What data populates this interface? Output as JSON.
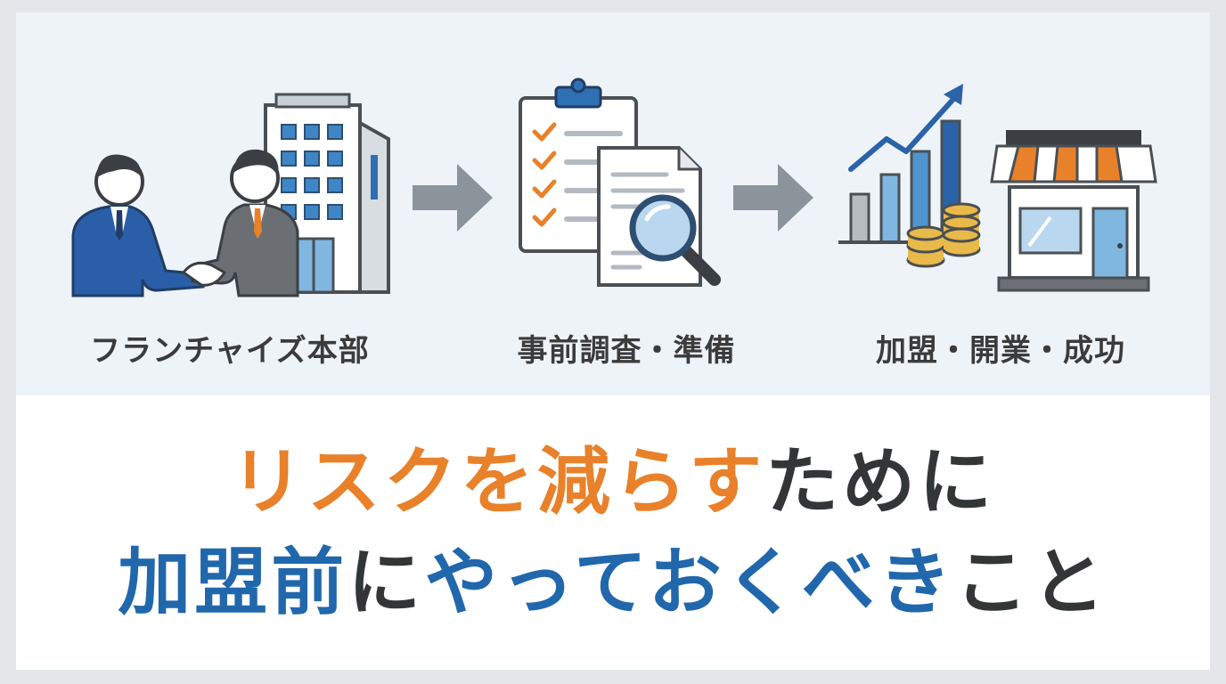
{
  "steps": [
    {
      "label": "フランチャイズ本部",
      "icon": "handshake-building-icon"
    },
    {
      "label": "事前調査・準備",
      "icon": "clipboard-checklist-icon"
    },
    {
      "label": "加盟・開業・成功",
      "icon": "growth-chart-store-icon"
    }
  ],
  "headline": {
    "line1": {
      "orange": "リスクを減らす",
      "dark": "ために"
    },
    "line2": {
      "blue1": "加盟前",
      "dark1": "に",
      "blue2": "やっておくべき",
      "dark2": "こと"
    }
  },
  "colors": {
    "orange": "#e8812a",
    "blue": "#2167ac",
    "dark": "#333637",
    "panel": "#eef3f8",
    "arrow": "#8b949b"
  }
}
